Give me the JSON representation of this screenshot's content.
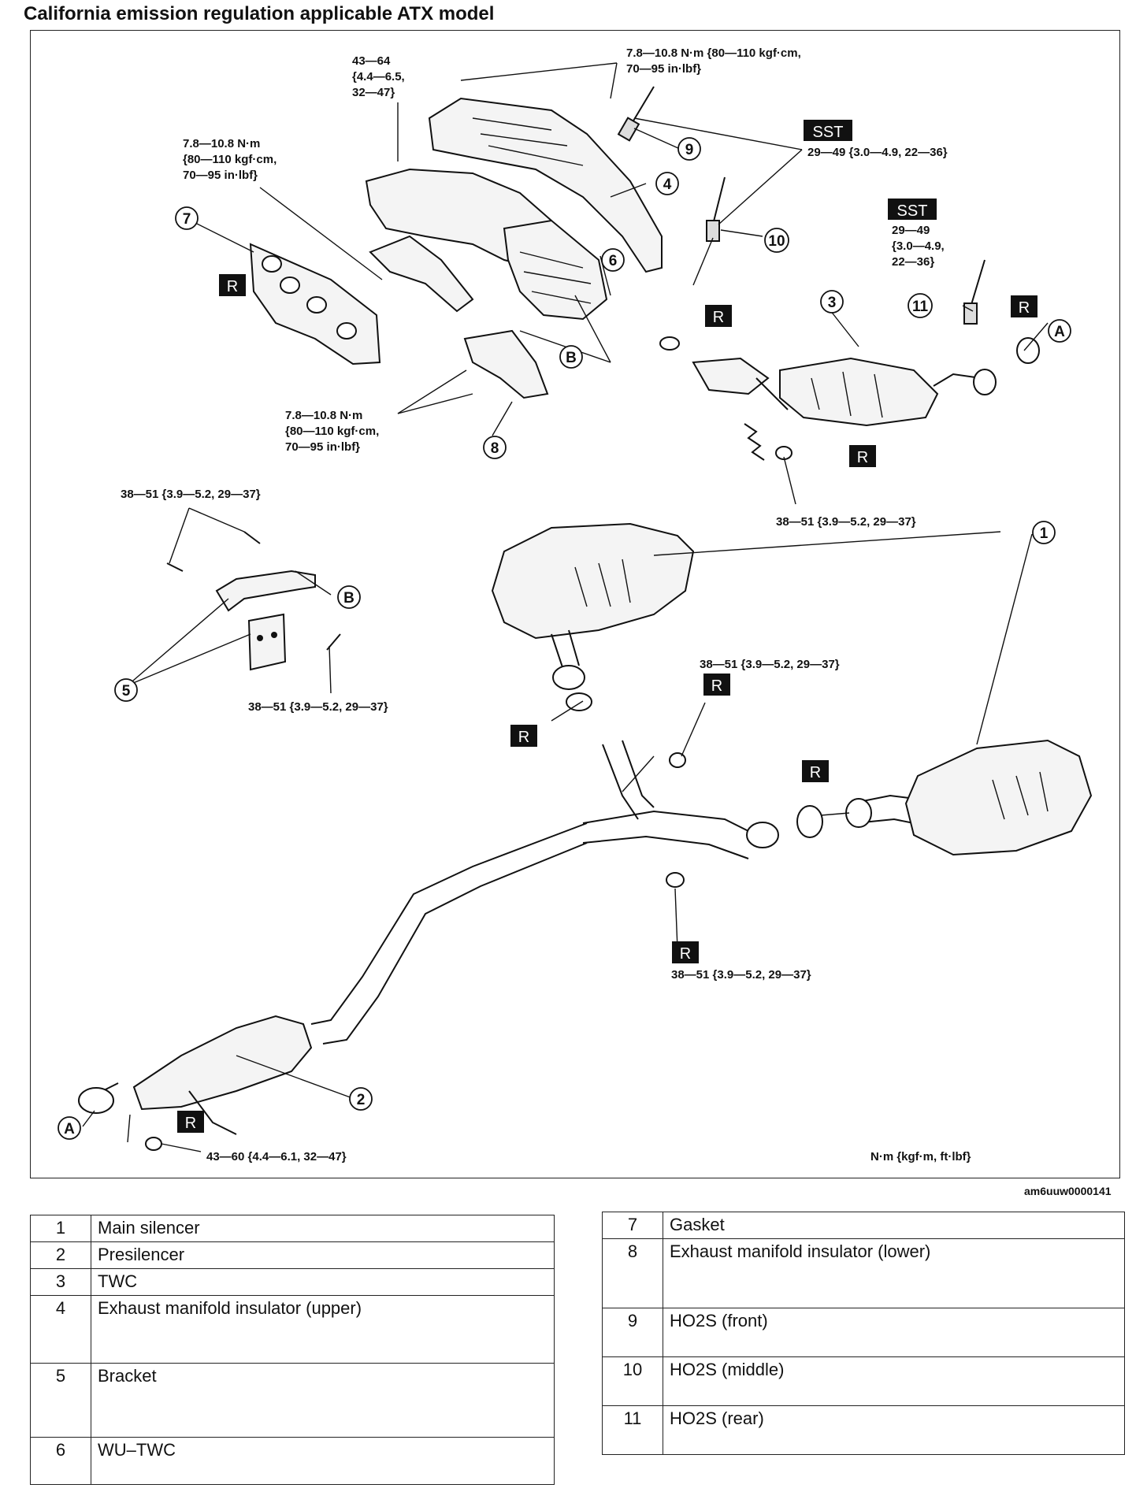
{
  "title": "California emission regulation applicable ATX model",
  "reference_code": "am6uuw0000141",
  "unit_note": "N·m {kgf·m, ft·lbf}",
  "torque_labels": {
    "t1": [
      "7.8—10.8 N·m {80—110 kgf·cm,",
      "70—95 in·lbf}"
    ],
    "t2": [
      "43—64",
      "{4.4—6.5,",
      "32—47}"
    ],
    "t3": [
      "7.8—10.8 N·m",
      "{80—110 kgf·cm,",
      "70—95 in·lbf}"
    ],
    "t4": [
      "29—49 {3.0—4.9, 22—36}"
    ],
    "t5": [
      "29—49",
      "{3.0—4.9,",
      "22—36}"
    ],
    "t6": [
      "7.8—10.8 N·m",
      "{80—110 kgf·cm,",
      "70—95 in·lbf}"
    ],
    "t7": [
      "38—51 {3.9—5.2, 29—37}"
    ],
    "t8": [
      "38—51 {3.9—5.2, 29—37}"
    ],
    "t9": [
      "38—51 {3.9—5.2, 29—37}"
    ],
    "t10": [
      "38—51 {3.9—5.2, 29—37}"
    ],
    "t11": [
      "38—51 {3.9—5.2, 29—37}"
    ],
    "t12": [
      "43—60 {4.4—6.1, 32—47}"
    ]
  },
  "sst_label": "SST",
  "r_label": "R",
  "ref_letters": {
    "a": "A",
    "b": "B"
  },
  "callouts": [
    "1",
    "2",
    "3",
    "4",
    "5",
    "6",
    "7",
    "8",
    "9",
    "10",
    "11"
  ],
  "legend_left": [
    {
      "num": "1",
      "name": "Main silencer"
    },
    {
      "num": "2",
      "name": "Presilencer"
    },
    {
      "num": "3",
      "name": "TWC"
    },
    {
      "num": "4",
      "name": "Exhaust manifold insulator (upper)"
    },
    {
      "num": "5",
      "name": "Bracket"
    },
    {
      "num": "6",
      "name": "WU–TWC"
    }
  ],
  "legend_right": [
    {
      "num": "7",
      "name": "Gasket"
    },
    {
      "num": "8",
      "name": "Exhaust manifold insulator (lower)"
    },
    {
      "num": "9",
      "name": "HO2S (front)"
    },
    {
      "num": "10",
      "name": "HO2S (middle)"
    },
    {
      "num": "11",
      "name": "HO2S (rear)"
    }
  ]
}
